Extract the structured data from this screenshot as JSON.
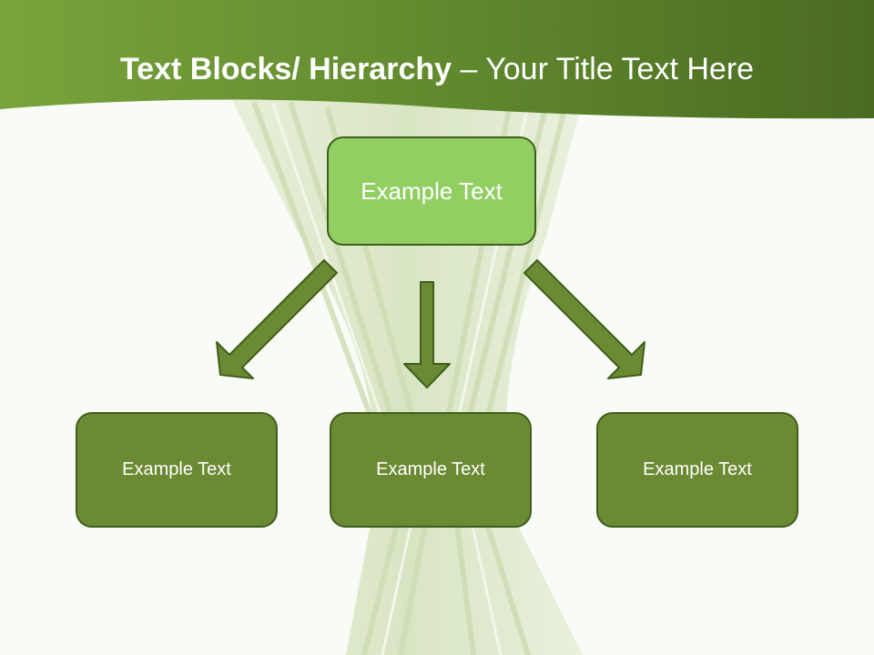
{
  "slide": {
    "title_bold": "Text Blocks/ Hierarchy",
    "title_rest": " – Your Title Text Here"
  },
  "diagram": {
    "top_box": {
      "label": "Example Text"
    },
    "bottom_boxes": [
      {
        "label": "Example Text"
      },
      {
        "label": "Example Text"
      },
      {
        "label": "Example Text"
      }
    ]
  },
  "colors": {
    "header_dark": "#4a6a22",
    "header_light": "#79a33c",
    "top_box_fill": "#92cf62",
    "bottom_box_fill": "#6b8a33",
    "arrow_fill": "#6b8a33",
    "border": "#3f5e1b"
  }
}
